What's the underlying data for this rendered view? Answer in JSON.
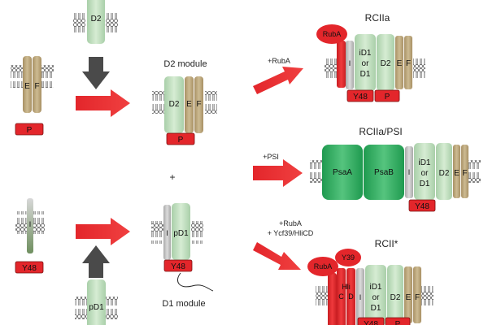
{
  "labels": {
    "d2_module": "D2 module",
    "d1_module": "D1 module",
    "plus": "+",
    "rc2a": "RCIIa",
    "rc2a_psi": "RCIIa/PSI",
    "rc2_star": "RCII*",
    "step_ruba": "+RubA",
    "step_psi": "+PSI",
    "step_ruba2": "+RubA",
    "step_ycf39": "+ Ycf39/HliCD"
  },
  "subunits": {
    "d2": "D2",
    "e": "E",
    "f": "F",
    "p": "P",
    "i": "I",
    "y48": "Y48",
    "pd1": "pD1",
    "id1": "iD1",
    "or": "or",
    "d1": "D1",
    "ruba": "RubA",
    "psaa": "PsaA",
    "psab": "PsaB",
    "y39": "Y39",
    "hli": "Hli",
    "c": "C",
    "d": "D"
  },
  "colors": {
    "red": "#e3262b",
    "dark_red": "#b51c1f",
    "green_light": "#bfdcbf",
    "tan": "#bca77f",
    "gray": "#c9c9c9",
    "psi_green": "#2fb062",
    "arrow_gray": "#4a4a4a"
  }
}
